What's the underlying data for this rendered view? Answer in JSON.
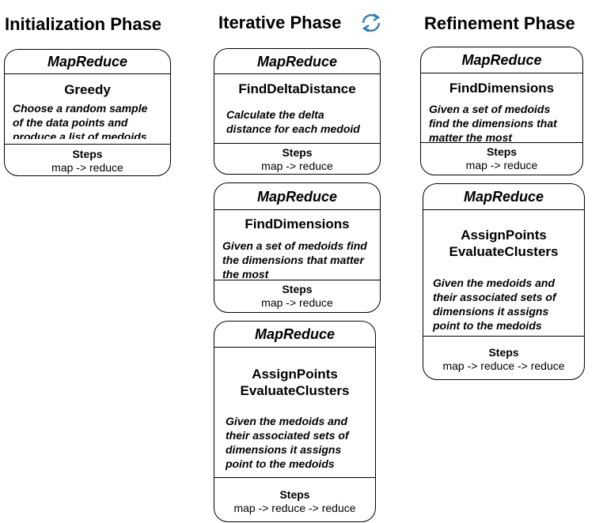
{
  "phases": [
    {
      "title": "Initialization Phase"
    },
    {
      "title": "Iterative Phase",
      "icon": "cycle-arrows-icon",
      "icon_color": "#2f7fb8"
    },
    {
      "title": "Refinement Phase"
    }
  ],
  "cards": [
    {
      "header": "MapReduce",
      "name": "Greedy",
      "description": "Choose a random sample of the data  points and produce a list of medoids",
      "steps_label": "Steps",
      "steps": "map -> reduce"
    },
    {
      "header": "MapReduce",
      "name": "FindDeltaDistance",
      "description": "Calculate the delta distance for each medoid",
      "steps_label": "Steps",
      "steps": "map -> reduce"
    },
    {
      "header": "MapReduce",
      "name": "FindDimensions",
      "description": "Given a set of medoids find the dimensions that matter the most",
      "steps_label": "Steps",
      "steps": "map -> reduce"
    },
    {
      "header": "MapReduce",
      "name": "AssignPoints\nEvaluateClusters",
      "description": "Given the medoids and their associated sets of dimensions it assigns point to the medoids",
      "steps_label": "Steps",
      "steps": "map -> reduce -> reduce"
    },
    {
      "header": "MapReduce",
      "name": "FindDimensions",
      "description": "Given a set of medoids find the dimensions that matter the most",
      "steps_label": "Steps",
      "steps": "map -> reduce"
    },
    {
      "header": "MapReduce",
      "name": "AssignPoints\nEvaluateClusters",
      "description": "Given the medoids and their associated sets of dimensions it assigns point to the medoids",
      "steps_label": "Steps",
      "steps": "map -> reduce -> reduce"
    }
  ]
}
